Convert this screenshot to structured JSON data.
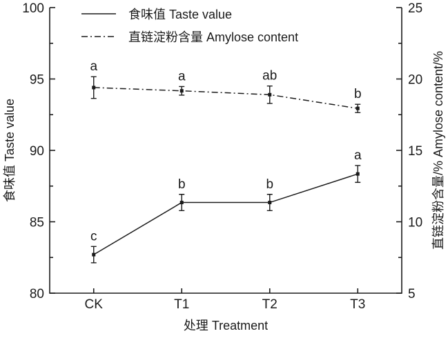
{
  "chart_data": {
    "type": "line",
    "categories": [
      "CK",
      "T1",
      "T2",
      "T3"
    ],
    "xlabel": "处理 Treatment",
    "ylabel_left": "食味值 Taste value",
    "ylabel_right": "直链淀粉含量/% Amylose content/%",
    "ylim_left": [
      80,
      100
    ],
    "ylim_right": [
      5,
      25
    ],
    "yticks_left": [
      "80",
      "85",
      "90",
      "95",
      "100"
    ],
    "yticks_right": [
      "5",
      "10",
      "15",
      "20",
      "25"
    ],
    "legend_position": "top-left",
    "series": [
      {
        "name": "食味值 Taste value",
        "axis": "left",
        "style": "solid",
        "values": [
          82.7,
          86.35,
          86.35,
          88.35
        ],
        "errors": [
          0.57,
          0.57,
          0.57,
          0.59
        ],
        "letters": [
          "c",
          "b",
          "b",
          "a"
        ]
      },
      {
        "name": "直链淀粉含量 Amylose content",
        "axis": "right",
        "style": "dashdot",
        "values": [
          19.4,
          19.17,
          18.9,
          17.94
        ],
        "errors": [
          0.76,
          0.3,
          0.61,
          0.29
        ],
        "letters": [
          "a",
          "a",
          "ab",
          "b"
        ]
      }
    ]
  }
}
